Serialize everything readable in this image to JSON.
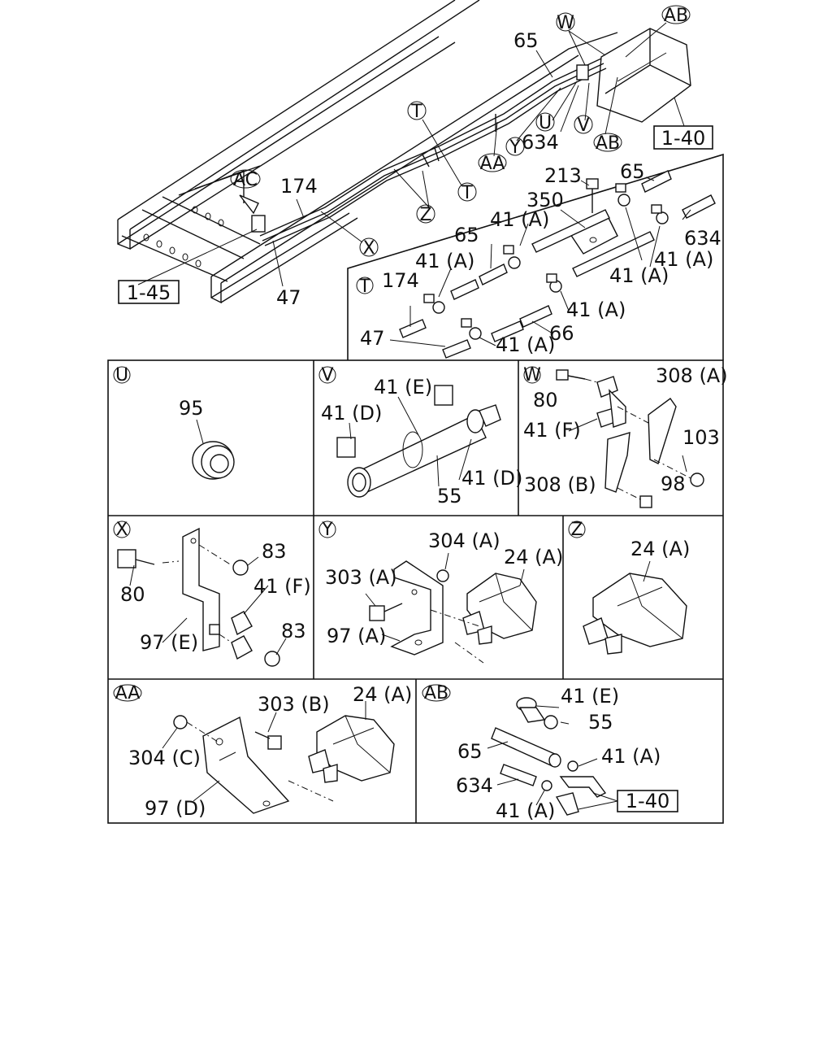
{
  "overview": {
    "callouts": {
      "W": "W",
      "AB": "AB",
      "U": "U",
      "V": "V",
      "Y": "Y",
      "AA": "AA",
      "T": "T",
      "Z": "Z",
      "X": "X",
      "AC": "AC"
    },
    "labels": {
      "p65": "65",
      "p634": "634",
      "p174": "174",
      "p47": "47",
      "ref_1_40": "1-40",
      "ref_1_45": "1-45"
    }
  },
  "panels": {
    "T": {
      "marker": "T",
      "labels": [
        "213",
        "65",
        "350",
        "41 (A)",
        "634",
        "65",
        "41 (A)",
        "41 (A)",
        "174",
        "41 (A)",
        "41 (A)",
        "47",
        "66",
        "41 (A)"
      ]
    },
    "U": {
      "marker": "U",
      "labels": [
        "95"
      ]
    },
    "V": {
      "marker": "V",
      "labels": [
        "41 (E)",
        "41 (D)",
        "41 (D)",
        "55"
      ]
    },
    "W": {
      "marker": "W",
      "labels": [
        "308 (A)",
        "80",
        "41 (F)",
        "103",
        "308 (B)",
        "98"
      ]
    },
    "X": {
      "marker": "X",
      "labels": [
        "83",
        "80",
        "41 (F)",
        "97 (E)",
        "83"
      ]
    },
    "Y": {
      "marker": "Y",
      "labels": [
        "304 (A)",
        "24 (A)",
        "303 (A)",
        "97 (A)"
      ]
    },
    "Z": {
      "marker": "Z",
      "labels": [
        "24 (A)"
      ]
    },
    "AA": {
      "marker": "AA",
      "labels": [
        "303 (B)",
        "24 (A)",
        "304 (C)",
        "97 (D)"
      ]
    },
    "AB": {
      "marker": "AB",
      "labels": [
        "41 (E)",
        "55",
        "65",
        "41 (A)",
        "634",
        "41 (A)",
        "1-40"
      ]
    }
  }
}
